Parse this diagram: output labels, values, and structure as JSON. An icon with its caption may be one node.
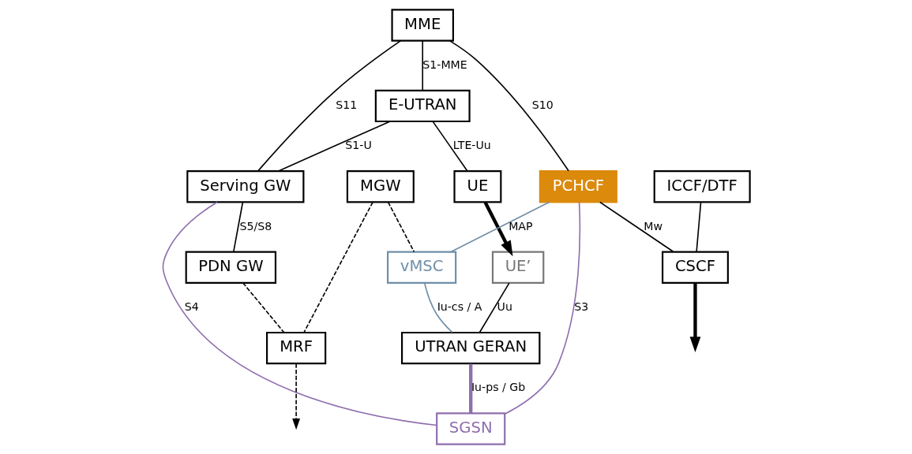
{
  "diagram": {
    "nodes": [
      {
        "text": [
          "MME"
        ]
      },
      {
        "text": [
          "E-UTRAN"
        ]
      },
      {
        "text": [
          "Serving GW"
        ]
      },
      {
        "text": [
          "PDN GW"
        ]
      },
      {
        "text": [
          "UE"
        ]
      },
      {
        "text": [
          "PCHCF"
        ]
      },
      {
        "text": [
          "SGSN"
        ]
      },
      {
        "text": [
          "MGW"
        ]
      },
      {
        "text": [
          "MRF"
        ]
      },
      {
        "text": [
          "ICCF/DTF"
        ]
      },
      {
        "text": [
          "UE’"
        ]
      },
      {
        "text": [
          "vMSC"
        ]
      },
      {
        "text": [
          "CSCF"
        ]
      },
      {
        "text": [
          "UTRAN GERAN"
        ]
      }
    ],
    "edges": [
      {
        "from": 0,
        "to": 1,
        "arrow": "none",
        "label": "S1-MME"
      },
      {
        "from": 0,
        "to": 2,
        "arrow": "none",
        "label": "S11"
      },
      {
        "from": 1,
        "to": 2,
        "arrow": "none",
        "label": "S1-U"
      },
      {
        "from": 2,
        "to": 3,
        "arrow": "none",
        "label": "S5/S8"
      },
      {
        "from": 1,
        "to": 4,
        "arrow": "none",
        "label": "LTE-Uu"
      },
      {
        "from": 0,
        "to": 5,
        "arrow": "none",
        "label": "S10"
      },
      {
        "from": 2,
        "to": 6,
        "arrow": "none",
        "label": "S4",
        "color": "#8e6fae"
      },
      {
        "from": 5,
        "to": 6,
        "arrow": "none",
        "label": "S3",
        "color": "#8e6fae"
      },
      {
        "from": 3,
        "to": 8,
        "arrow": "none",
        "style": "dashed"
      },
      {
        "from": 7,
        "to": 8,
        "arrow": "none",
        "style": "dashed"
      },
      {
        "from": 8,
        "to": null,
        "arrow": "to",
        "style": "dashed"
      },
      {
        "from": 9,
        "to": 12,
        "arrow": "none"
      },
      {
        "from": 4,
        "to": 10,
        "arrow": "to",
        "style": "thick"
      },
      {
        "from": 10,
        "to": 13,
        "arrow": "none",
        "label": "Uu"
      },
      {
        "from": 5,
        "to": 11,
        "arrow": "none",
        "label": "MAP",
        "color": "#6f8fa8"
      },
      {
        "from": 5,
        "to": 12,
        "arrow": "none",
        "label": "Mw"
      },
      {
        "from": 7,
        "to": 11,
        "arrow": "none",
        "style": "dashed"
      },
      {
        "from": 11,
        "to": 13,
        "arrow": "none",
        "label": "Iu-cs / A",
        "color": "#6f8fa8"
      },
      {
        "from": 13,
        "to": 6,
        "arrow": "none",
        "label": "Iu-ps / Gb",
        "style": "thick",
        "color": "#8e6fae"
      },
      {
        "from": 12,
        "to": null,
        "arrow": "to",
        "style": "thick"
      }
    ]
  }
}
